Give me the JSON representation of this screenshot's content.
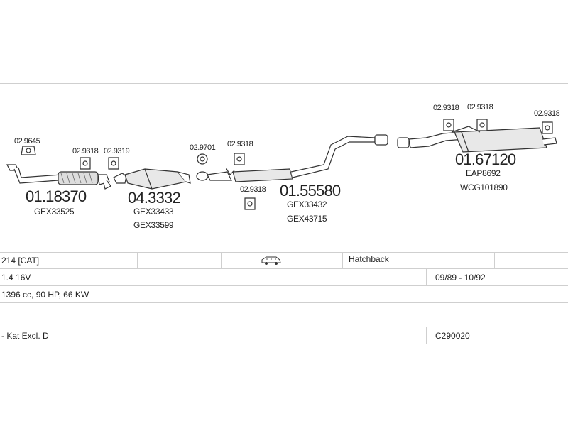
{
  "parts": [
    {
      "id": "p1",
      "code": "02.9645"
    },
    {
      "id": "p2",
      "code": "02.9318"
    },
    {
      "id": "p3",
      "code": "02.9319"
    },
    {
      "id": "p4",
      "code": "02.9701"
    },
    {
      "id": "p5",
      "code": "02.9318"
    },
    {
      "id": "p6",
      "code": "02.9318"
    },
    {
      "id": "p7",
      "code": "02.9318"
    },
    {
      "id": "p8",
      "code": "02.9318"
    },
    {
      "id": "p9",
      "code": "02.9318"
    }
  ],
  "assemblies": [
    {
      "number": "01.18370",
      "refs": [
        "GEX33525"
      ]
    },
    {
      "number": "04.3332",
      "refs": [
        "GEX33433",
        "GEX33599"
      ]
    },
    {
      "number": "01.55580",
      "refs": [
        "GEX33432",
        "GEX43715"
      ]
    },
    {
      "number": "01.67120",
      "refs": [
        "EAP8692",
        "WCG101890"
      ]
    }
  ],
  "table": {
    "model": "214  [CAT]",
    "body_type": "Hatchback",
    "engine": "1.4 16V",
    "years": "09/89 - 10/92",
    "specs": "1396 cc, 90 HP, 66 KW",
    "note": "- Kat Excl. D",
    "code": "C290020",
    "car_icon": "car-icon"
  }
}
